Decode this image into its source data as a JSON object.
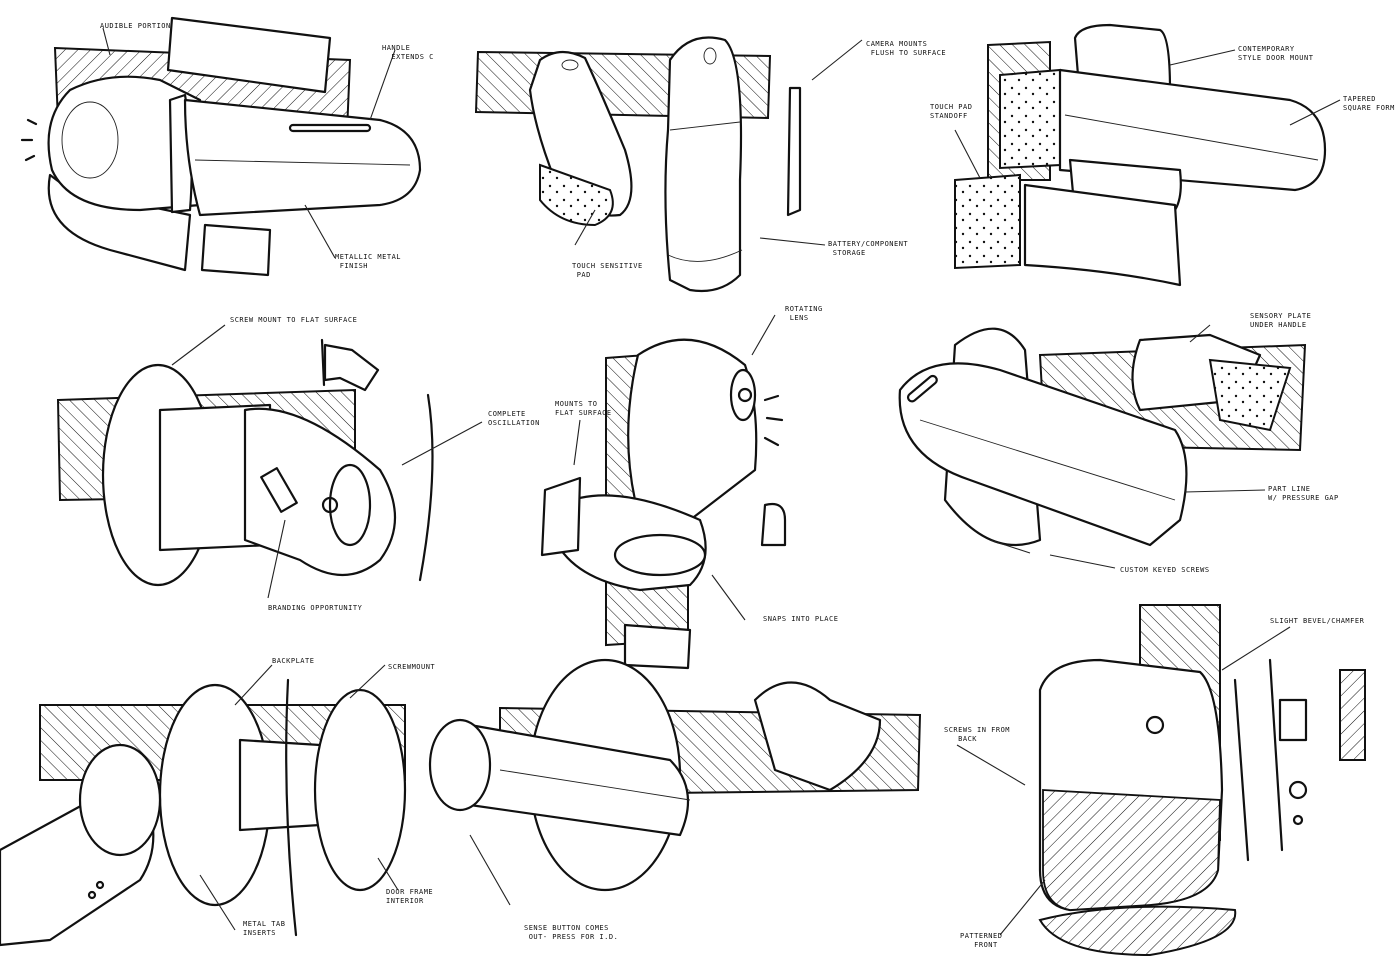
{
  "sheet": {
    "title": "Door camera / handle concept sketches",
    "ink_color": "#111111",
    "paper_color": "#ffffff"
  },
  "sketches": [
    {
      "name": "handle-concept-1",
      "annotations": [
        "AUDIBLE PORTION",
        "HANDLE EXTENDS C",
        "METALLIC METAL FINISH"
      ]
    },
    {
      "name": "camera-concept-2",
      "annotations": [
        "CAMERA MOUNTS FLUSH TO SURFACE",
        "TOUCH SENSITIVE PAD",
        "BATTERY/COMPONENT STORAGE"
      ]
    },
    {
      "name": "handle-concept-3",
      "annotations": [
        "CONTEMPORARY STYLE DOOR MOUNT",
        "TAPERED SQUARE FORM",
        "TOUCH PAD STANDOFF"
      ]
    },
    {
      "name": "camera-concept-4",
      "annotations": [
        "SCREW MOUNT TO FLAT SURFACE",
        "COMPLETE OSCILLATION",
        "BRANDING OPPORTUNITY"
      ]
    },
    {
      "name": "camera-concept-5",
      "annotations": [
        "ROTATING LENS",
        "MOUNTS TO FLAT SURFACE",
        "SNAPS INTO PLACE"
      ]
    },
    {
      "name": "handle-concept-6",
      "annotations": [
        "SENSORY PLATE UNDER HANDLE",
        "PART LINE W/ PRESSURE GAP",
        "CUSTOM KEYED SCREWS"
      ]
    },
    {
      "name": "handle-concept-7",
      "annotations": [
        "BACKPLATE",
        "SCREW MOUNT",
        "DOOR FRAME INTERIOR",
        "METAL TAB INSERTS"
      ]
    },
    {
      "name": "handle-concept-8",
      "annotations": [
        "SENSE BUTTON COMES OUT - PRESS FOR I.D."
      ]
    },
    {
      "name": "camera-concept-9",
      "annotations": [
        "SLIGHT BEVEL/CHAMFER",
        "SCREWS IN FROM BACK",
        "PATTERNED FRONT"
      ]
    }
  ],
  "labels": {
    "audible": "AUDIBLE PORTION",
    "handle_ext": "HANDLE\n  EXTENDS C",
    "metallic": "METALLIC METAL\n FINISH",
    "camera_flush": "CAMERA MOUNTS\n FLUSH TO SURFACE",
    "touch_pad": "TOUCH SENSITIVE\n PAD",
    "battery": "BATTERY/COMPONENT\n STORAGE",
    "contemporary": "CONTEMPORARY\nSTYLE DOOR MOUNT",
    "tapered": "TAPERED\nSQUARE FORM",
    "touch_standoff": "TOUCH PAD\nSTANDOFF",
    "screw_mount_flat": "SCREW MOUNT TO FLAT SURFACE",
    "oscillation": "COMPLETE\nOSCILLATION",
    "branding": "BRANDING OPPORTUNITY",
    "rotating_lens": "ROTATING\n LENS",
    "mounts_flat": "MOUNTS TO\nFLAT SURFACE",
    "snaps": "SNAPS INTO PLACE",
    "sensory_plate": "SENSORY PLATE\nUNDER HANDLE",
    "part_line": "PART LINE\nW/ PRESSURE GAP",
    "keyed_screws": "CUSTOM KEYED SCREWS",
    "backplate": "BACKPLATE",
    "screwmount": "SCREWMOUNT",
    "door_frame": "DOOR FRAME\nINTERIOR",
    "metal_tab": "METAL TAB\nINSERTS",
    "sense_button": "SENSE BUTTON COMES\n OUT- PRESS FOR I.D.",
    "bevel": "SLIGHT BEVEL/CHAMFER",
    "screws_back": "SCREWS IN FROM\n   BACK",
    "patterned": "PATTERNED\n   FRONT"
  }
}
